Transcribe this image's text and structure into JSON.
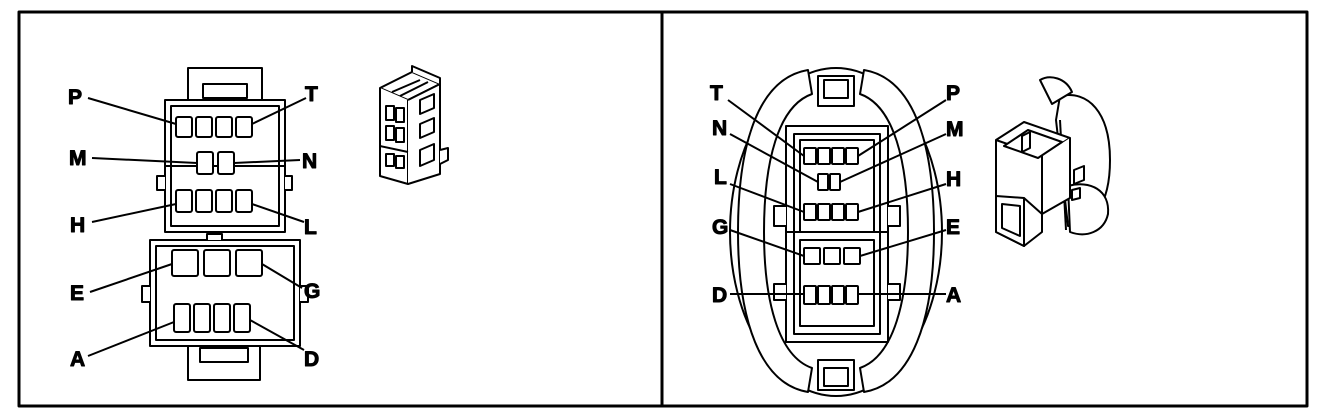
{
  "diagram": {
    "panels": [
      {
        "view": "face view",
        "labels": {
          "P": "P",
          "T": "T",
          "M": "M",
          "N": "N",
          "H": "H",
          "L": "L",
          "E": "E",
          "G": "G",
          "A": "A",
          "D": "D"
        }
      },
      {
        "view": "terminal view",
        "labels": {
          "T": "T",
          "P": "P",
          "N": "N",
          "M": "M",
          "L": "L",
          "H": "H",
          "G": "G",
          "E": "E",
          "D": "D",
          "A": "A"
        }
      }
    ]
  },
  "colors": {
    "stroke": "#000000",
    "fill": "#ffffff",
    "shade": "#d9d9d9"
  }
}
